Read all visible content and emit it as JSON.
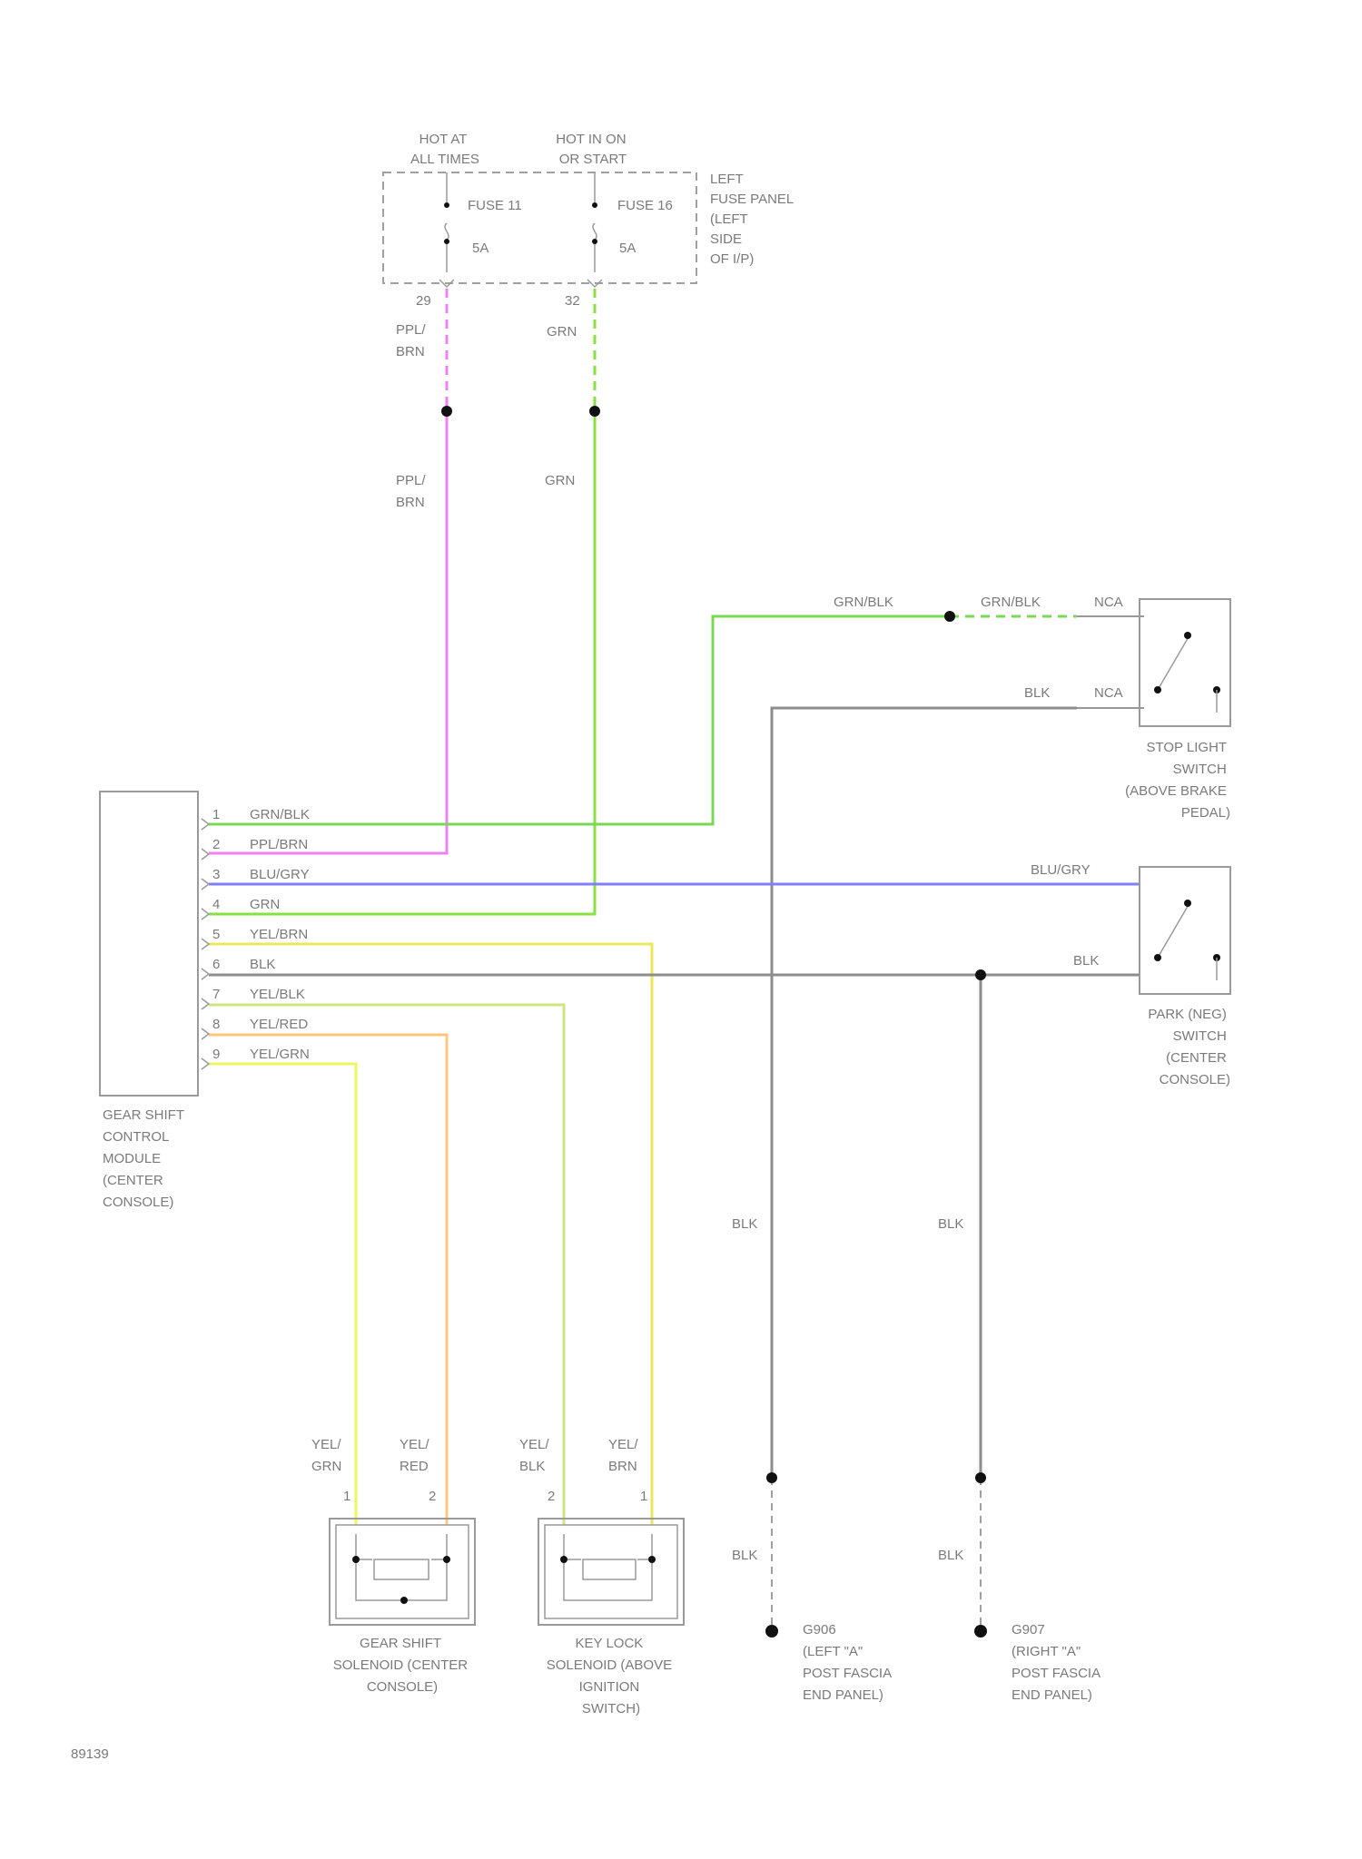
{
  "colors": {
    "ppl_brn": "#ee82ee",
    "grn": "#88e044",
    "grn_blk": "#7ad855",
    "blu_gry": "#7f7fff",
    "yel_brn": "#e8e85a",
    "blk": "#8c8c8c",
    "yel_blk": "#cfe57f",
    "yel_red": "#ffc77a",
    "yel_grn": "#eef562"
  },
  "fuse_panel": {
    "hot_at": [
      "HOT AT",
      "ALL TIMES"
    ],
    "hot_in": [
      "HOT IN ON",
      "OR START"
    ],
    "fuse1_label": "FUSE 11",
    "fuse1_amp": "5A",
    "fuse2_label": "FUSE 16",
    "fuse2_amp": "5A",
    "pin1": "29",
    "pin2": "32",
    "location": [
      "LEFT",
      "FUSE PANEL",
      "(LEFT",
      "SIDE",
      "OF I/P)"
    ]
  },
  "wire_labels": {
    "ppl_brn_top": [
      "PPL/",
      "BRN"
    ],
    "grn_top": "GRN",
    "ppl_brn_mid": [
      "PPL/",
      "BRN"
    ],
    "grn_mid": "GRN",
    "grn_blk_a": "GRN/BLK",
    "grn_blk_b": "GRN/BLK",
    "blk_stop": "BLK",
    "nca": "NCA",
    "blu_gry": "BLU/GRY",
    "blk_park": "BLK",
    "blk_g1": "BLK",
    "blk_g2": "BLK",
    "blk_g1_low": "BLK",
    "blk_g2_low": "BLK",
    "sol1_a": [
      "YEL/",
      "GRN"
    ],
    "sol1_b": [
      "YEL/",
      "RED"
    ],
    "sol2_a": [
      "YEL/",
      "BLK"
    ],
    "sol2_b": [
      "YEL/",
      "BRN"
    ]
  },
  "module": {
    "pins": [
      {
        "num": "1",
        "label": "GRN/BLK"
      },
      {
        "num": "2",
        "label": "PPL/BRN"
      },
      {
        "num": "3",
        "label": "BLU/GRY"
      },
      {
        "num": "4",
        "label": "GRN"
      },
      {
        "num": "5",
        "label": "YEL/BRN"
      },
      {
        "num": "6",
        "label": "BLK"
      },
      {
        "num": "7",
        "label": "YEL/BLK"
      },
      {
        "num": "8",
        "label": "YEL/RED"
      },
      {
        "num": "9",
        "label": "YEL/GRN"
      }
    ],
    "name": [
      "GEAR SHIFT",
      "CONTROL",
      "MODULE",
      "(CENTER",
      "CONSOLE)"
    ]
  },
  "stop_switch": {
    "name": [
      "STOP LIGHT",
      "SWITCH",
      "(ABOVE BRAKE",
      "PEDAL)"
    ]
  },
  "park_switch": {
    "name": [
      "PARK (NEG)",
      "SWITCH",
      "(CENTER",
      "CONSOLE)"
    ]
  },
  "gear_solenoid": {
    "pin1": "1",
    "pin2": "2",
    "name": [
      "GEAR SHIFT",
      "SOLENOID (CENTER",
      "CONSOLE)"
    ]
  },
  "key_solenoid": {
    "pin1": "2",
    "pin2": "1",
    "name": [
      "KEY LOCK",
      "SOLENOID (ABOVE",
      "IGNITION",
      "SWITCH)"
    ]
  },
  "ground1": {
    "name": [
      "G906",
      "(LEFT \"A\"",
      "POST FASCIA",
      "END PANEL)"
    ]
  },
  "ground2": {
    "name": [
      "G907",
      "(RIGHT \"A\"",
      "POST FASCIA",
      "END PANEL)"
    ]
  },
  "figure_id": "89139"
}
